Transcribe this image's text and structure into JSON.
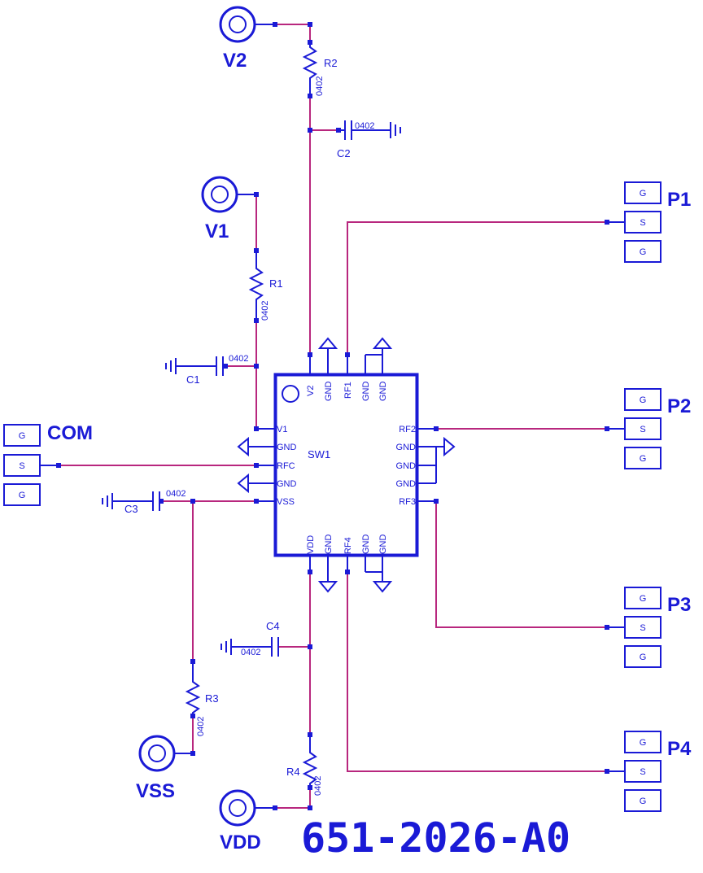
{
  "colors": {
    "wire": "#b8277e",
    "blue": "#1a1ad6"
  },
  "title": "651-2026-A0",
  "ic": {
    "ref": "SW1",
    "left_pins": [
      "V1",
      "GND",
      "RFC",
      "GND",
      "VSS"
    ],
    "right_pins": [
      "RF2",
      "GND",
      "GND",
      "GND",
      "RF3"
    ],
    "top_pins": [
      "V2",
      "GND",
      "RF1",
      "GND",
      "GND"
    ],
    "bottom_pins": [
      "VDD",
      "GND",
      "RF4",
      "GND",
      "GND"
    ]
  },
  "resistors": {
    "r1": {
      "ref": "R1",
      "size": "0402"
    },
    "r2": {
      "ref": "R2",
      "size": "0402"
    },
    "r3": {
      "ref": "R3",
      "size": "0402"
    },
    "r4": {
      "ref": "R4",
      "size": "0402"
    }
  },
  "capacitors": {
    "c1": {
      "ref": "C1",
      "size": "0402"
    },
    "c2": {
      "ref": "C2",
      "size": "0402"
    },
    "c3": {
      "ref": "C3",
      "size": "0402"
    },
    "c4": {
      "ref": "C4",
      "size": "0402"
    }
  },
  "supplies": {
    "v1": "V1",
    "v2": "V2",
    "vss": "VSS",
    "vdd": "VDD"
  },
  "ports": {
    "com": {
      "label": "COM",
      "pads": [
        "G",
        "S",
        "G"
      ]
    },
    "p1": {
      "label": "P1",
      "pads": [
        "G",
        "S",
        "G"
      ]
    },
    "p2": {
      "label": "P2",
      "pads": [
        "G",
        "S",
        "G"
      ]
    },
    "p3": {
      "label": "P3",
      "pads": [
        "G",
        "S",
        "G"
      ]
    },
    "p4": {
      "label": "P4",
      "pads": [
        "G",
        "S",
        "G"
      ]
    }
  }
}
